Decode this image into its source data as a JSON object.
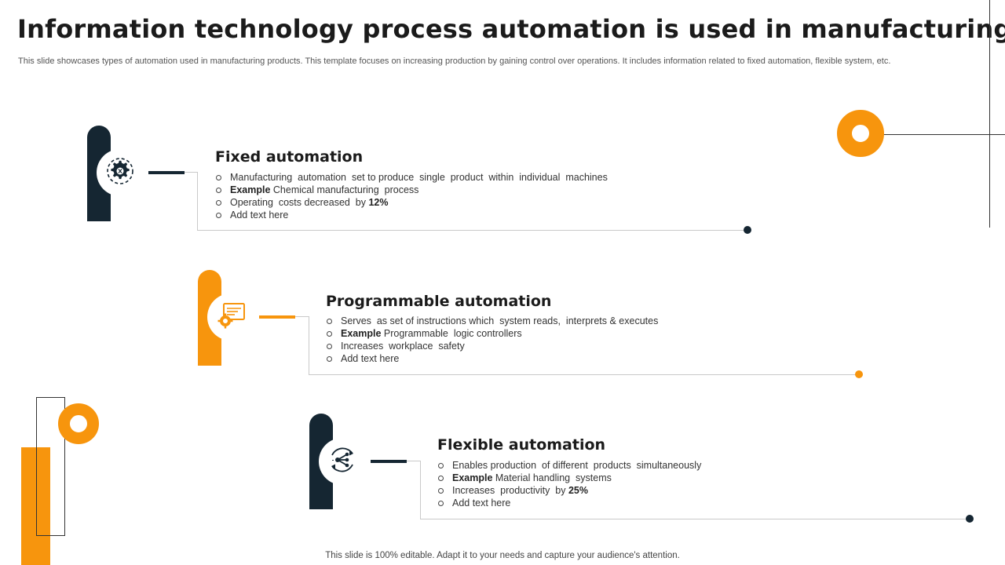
{
  "slide": {
    "title": "Information technology process automation is used in manufacturing",
    "title_mark": "?",
    "subtitle": "This slide showcases types of automation used in manufacturing products. This template focuses on increasing production by gaining control over operations. It includes information related to fixed automation, flexible system, etc.",
    "footer": "This slide is 100% editable. Adapt it to your needs and capture your audience's attention."
  },
  "colors": {
    "navy": "#152632",
    "orange": "#f7950d",
    "line": "#c9c9c9"
  },
  "sections": [
    {
      "heading": "Fixed automation",
      "icon": "gear-settings-icon",
      "color": "navy",
      "bullets": [
        {
          "bold": "",
          "text": "Manufacturing  automation  set to produce  single  product  within  individual  machines"
        },
        {
          "bold": "Example",
          "text": " Chemical manufacturing  process"
        },
        {
          "pre": "Operating  costs decreased  by ",
          "bold_end": "12%"
        },
        {
          "bold": "",
          "text": "Add text here"
        }
      ]
    },
    {
      "heading": "Programmable automation",
      "icon": "programming-monitor-icon",
      "color": "orange",
      "bullets": [
        {
          "bold": "",
          "text": "Serves  as set of instructions which  system reads,  interprets & executes"
        },
        {
          "bold": "Example",
          "text": " Programmable  logic controllers"
        },
        {
          "bold": "",
          "text": "Increases  workplace  safety"
        },
        {
          "bold": "",
          "text": "Add text here"
        }
      ]
    },
    {
      "heading": "Flexible automation",
      "icon": "flexible-process-icon",
      "color": "navy",
      "bullets": [
        {
          "bold": "",
          "text": "Enables production  of different  products  simultaneously"
        },
        {
          "bold": "Example",
          "text": " Material handling  systems"
        },
        {
          "pre": "Increases  productivity  by ",
          "bold_end": "25%"
        },
        {
          "bold": "",
          "text": "Add text here"
        }
      ]
    }
  ]
}
